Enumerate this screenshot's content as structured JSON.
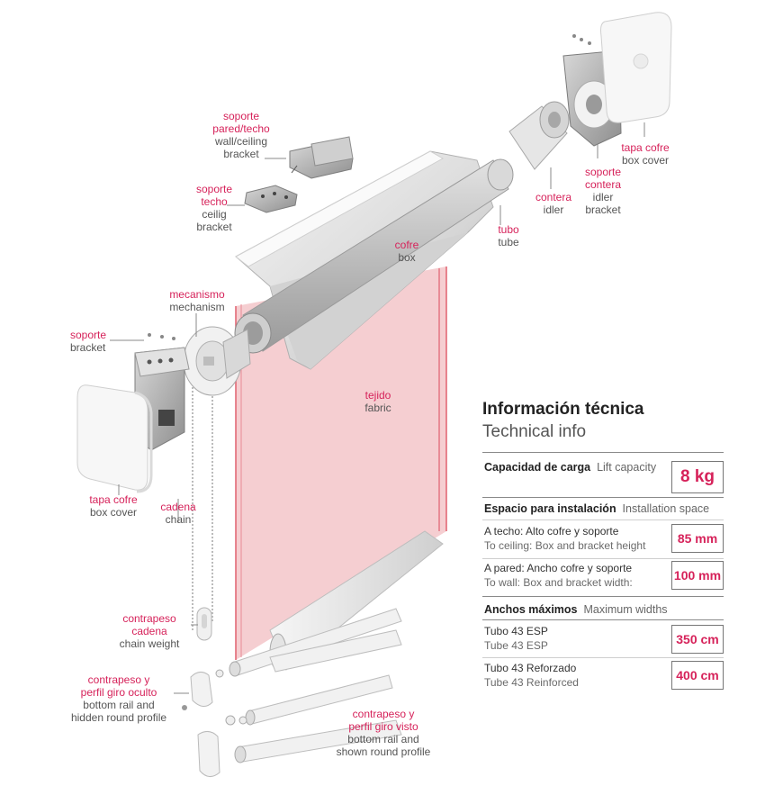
{
  "labels": {
    "soporte_pared": {
      "es": "soporte\npared/techo",
      "en": "wall/ceiling\nbracket"
    },
    "soporte_techo": {
      "es": "soporte\ntecho",
      "en": "ceilig\nbracket"
    },
    "mecanismo": {
      "es": "mecanismo",
      "en": "mechanism"
    },
    "soporte_left": {
      "es": "soporte",
      "en": "bracket"
    },
    "tapa_left": {
      "es": "tapa cofre",
      "en": "box cover"
    },
    "cadena": {
      "es": "cadena",
      "en": "chain"
    },
    "contrapeso_cadena": {
      "es": "contrapeso\ncadena",
      "en": "chain weight"
    },
    "contrapeso_oculto": {
      "es": "contrapeso y\nperfil giro oculto",
      "en": "bottom rail and\nhidden round profile"
    },
    "contrapeso_visto": {
      "es": "contrapeso y\nperfil giro visto",
      "en": "bottom rail and\nshown round profile"
    },
    "cofre": {
      "es": "cofre",
      "en": "box"
    },
    "tejido": {
      "es": "tejido",
      "en": "fabric"
    },
    "tubo": {
      "es": "tubo",
      "en": "tube"
    },
    "contera": {
      "es": "contera",
      "en": "idler"
    },
    "soporte_contera": {
      "es": "soporte\ncontera",
      "en": "idler\nbracket"
    },
    "tapa_right": {
      "es": "tapa cofre",
      "en": "box cover"
    }
  },
  "tech": {
    "title_es": "Información técnica",
    "title_en": "Technical info",
    "capacity": {
      "es": "Capacidad de carga",
      "en": "Lift capacity",
      "value": "8 kg"
    },
    "space": {
      "es": "Espacio para instalación",
      "en": "Installation space"
    },
    "ceiling": {
      "es": "A techo:  Alto cofre y soporte",
      "en": "To ceiling: Box and bracket height",
      "value": "85 mm"
    },
    "wall": {
      "es": "A pared:  Ancho cofre y soporte",
      "en": "To wall: Box and bracket width:",
      "value": "100 mm"
    },
    "widths": {
      "es": "Anchos máximos",
      "en": "Maximum widths"
    },
    "tube1": {
      "es": "Tubo 43 ESP",
      "en": "Tube 43 ESP",
      "value": "350 cm"
    },
    "tube2": {
      "es": "Tubo 43 Reforzado",
      "en": "Tube 43 Reinforced",
      "value": "400 cm"
    }
  },
  "colors": {
    "accent": "#d6225a",
    "fabric": "#f2c2c6"
  }
}
